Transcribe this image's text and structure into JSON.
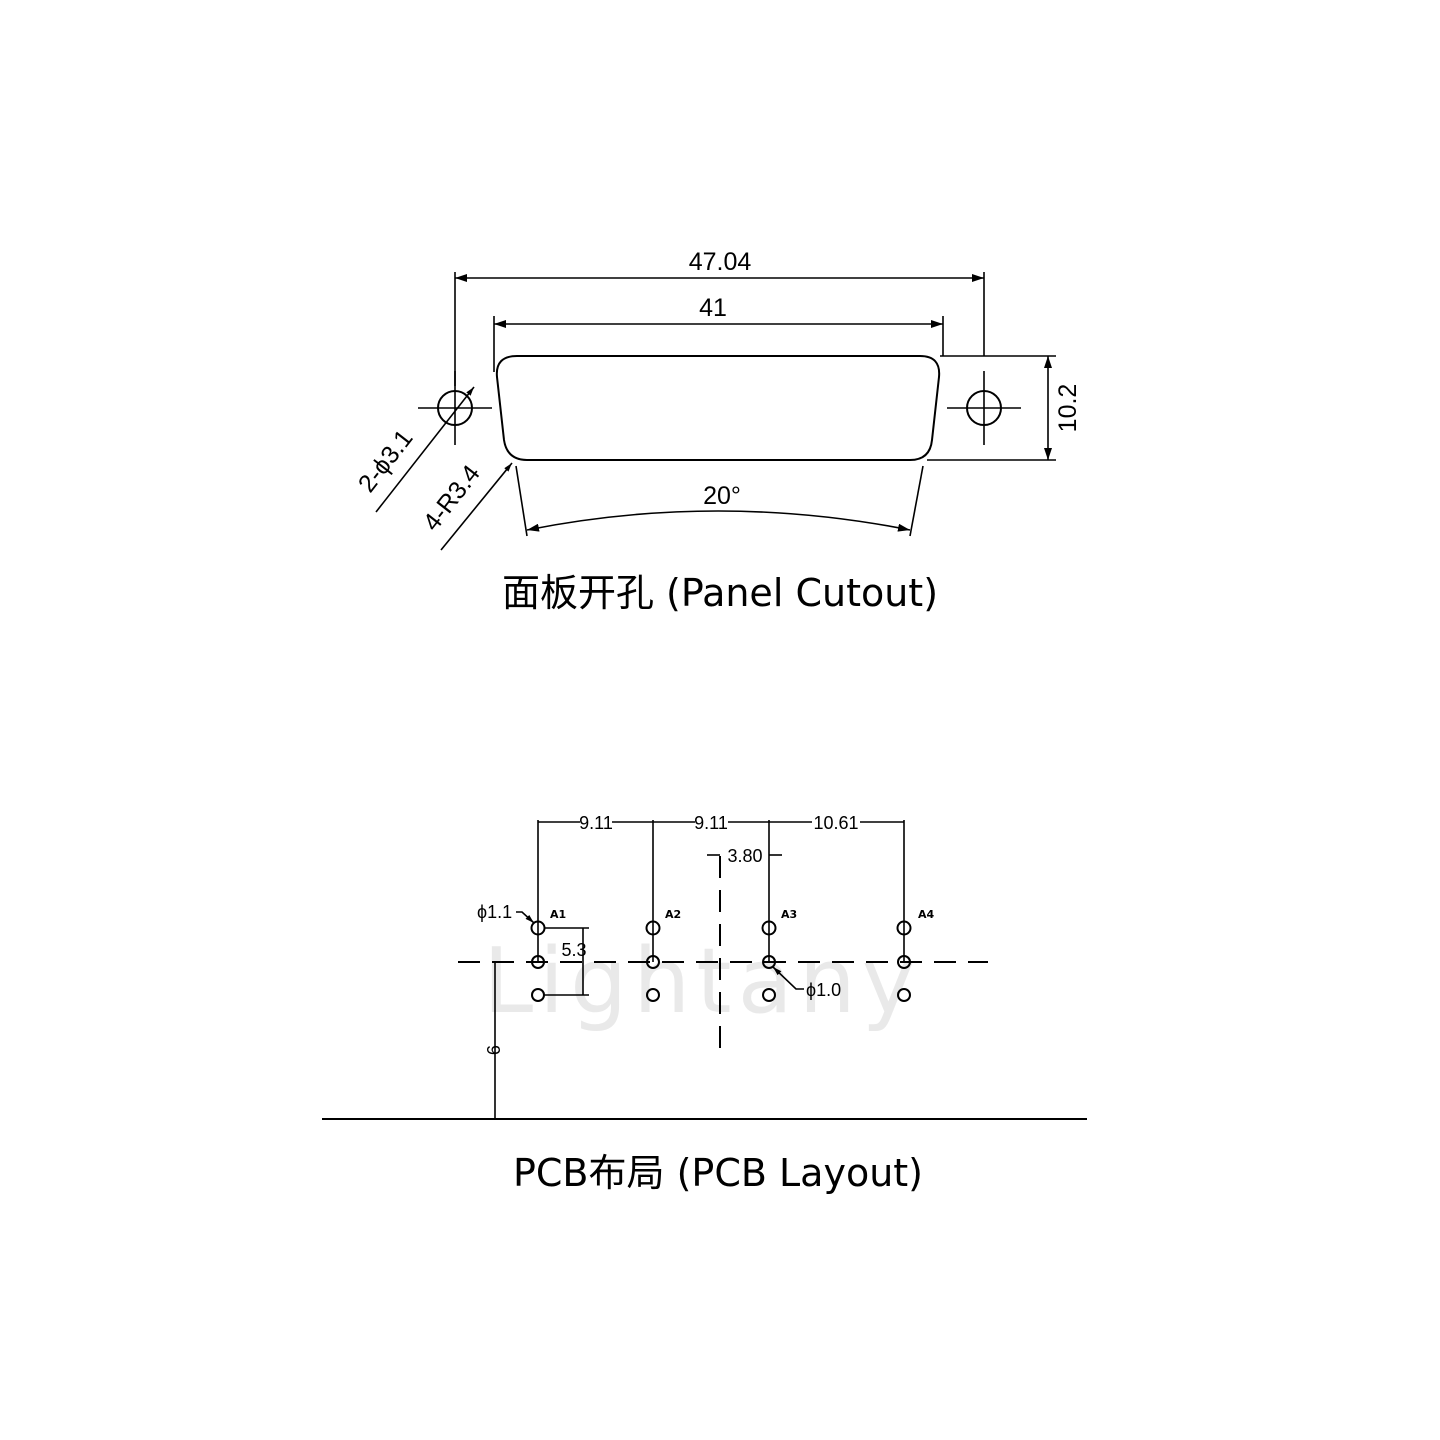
{
  "panel": {
    "dim_overall": "47.04",
    "dim_cutout_width": "41",
    "dim_height": "10.2",
    "dim_angle": "20°",
    "dim_hole": "2-ϕ3.1",
    "dim_radius": "4-R3.4",
    "caption": "面板开孔 (Panel Cutout)"
  },
  "pcb": {
    "dim_pitch_1": "9.11",
    "dim_pitch_2": "9.11",
    "dim_pitch_3": "10.61",
    "dim_offset": "3.80",
    "dim_pad_large": "ϕ1.1",
    "dim_pad_small": "ϕ1.0",
    "dim_row": "5.3",
    "dim_edge": "9",
    "pins": [
      "A1",
      "A2",
      "A3",
      "A4"
    ],
    "watermark": "Lightany",
    "caption": "PCB布局 (PCB Layout)"
  }
}
